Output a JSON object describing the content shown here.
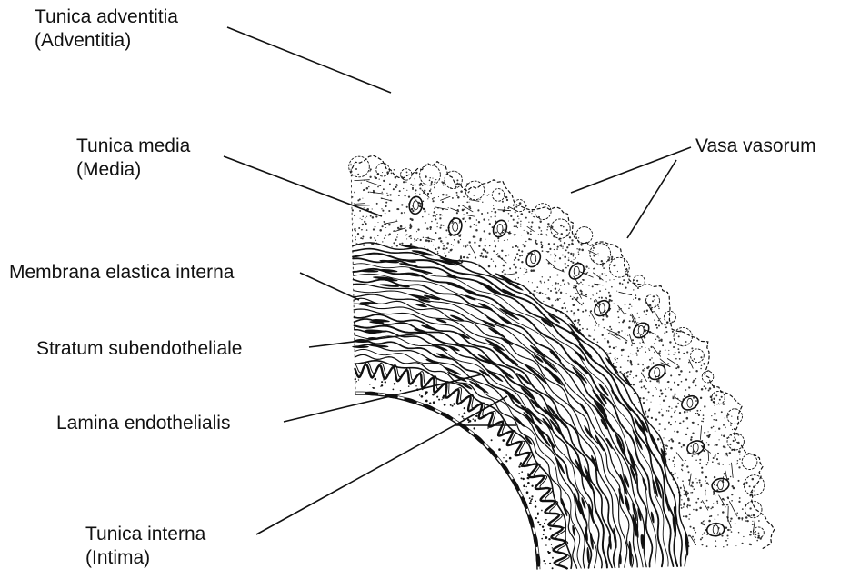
{
  "labels": {
    "adventitia": {
      "line1": "Tunica adventitia",
      "line2": "(Adventitia)"
    },
    "media": {
      "line1": "Tunica media",
      "line2": "(Media)"
    },
    "vasa": "Vasa vasorum",
    "elastica": "Membrana elastica interna",
    "subendo": "Stratum subendotheliale",
    "endothel": "Lamina endothelialis",
    "intima": {
      "line1": "Tunica interna",
      "line2": "(Intima)"
    }
  },
  "colors": {
    "ink": "#111111",
    "paper": "#ffffff",
    "stipple": "#333333"
  }
}
